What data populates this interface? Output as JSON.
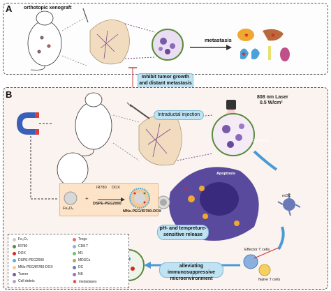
{
  "panel_a": {
    "letter": "A",
    "model_label": "orthotopic xenograft",
    "metastasis_label": "metastasis",
    "inhibit_label": "Inhibit tumor growth and distant metastasis"
  },
  "panel_b": {
    "letter": "B",
    "injection_label": "Intraductal injection",
    "laser_label": "808 nm Laser",
    "laser_power": "0.5 W/cm²",
    "cell_debris_label": "Cell debris",
    "release_label": "pH- and tempreture-sensitive release",
    "alleviating_label": "alleviating immunosuppressive microenvironment",
    "apoptosis_label": "Apoptosis",
    "ph_label": "pH↓",
    "mdc_label": "mDC",
    "effector_label": "Effector T cells",
    "naive_label": "Naive T cells"
  },
  "synthesis": {
    "core_label": "Fe₃O₄",
    "ir780_label": "IR780",
    "dox_label": "DOX",
    "peg_label": "DSPE-PEG2000",
    "product_label": "MNs-PEG/IR780-DOX"
  },
  "legend": {
    "items_left": [
      "Fe₃O₄",
      "IR780",
      "DOX",
      "DSPE-PEG2000",
      "MNs-PEG/IR780-DOX",
      "Tumor",
      "Cell debris"
    ],
    "items_right": [
      "Tregs",
      "CD8 T",
      "M1",
      "MDSCs",
      "DC",
      "NK",
      "metastases"
    ]
  },
  "colors": {
    "panel_bg_b": "#fbf3ef",
    "pill_bg": "#bfe3f2",
    "synthesis_bg": "#fde3c7",
    "cell_purple": "#5a4a9e",
    "metastasis_red": "#d62728"
  }
}
